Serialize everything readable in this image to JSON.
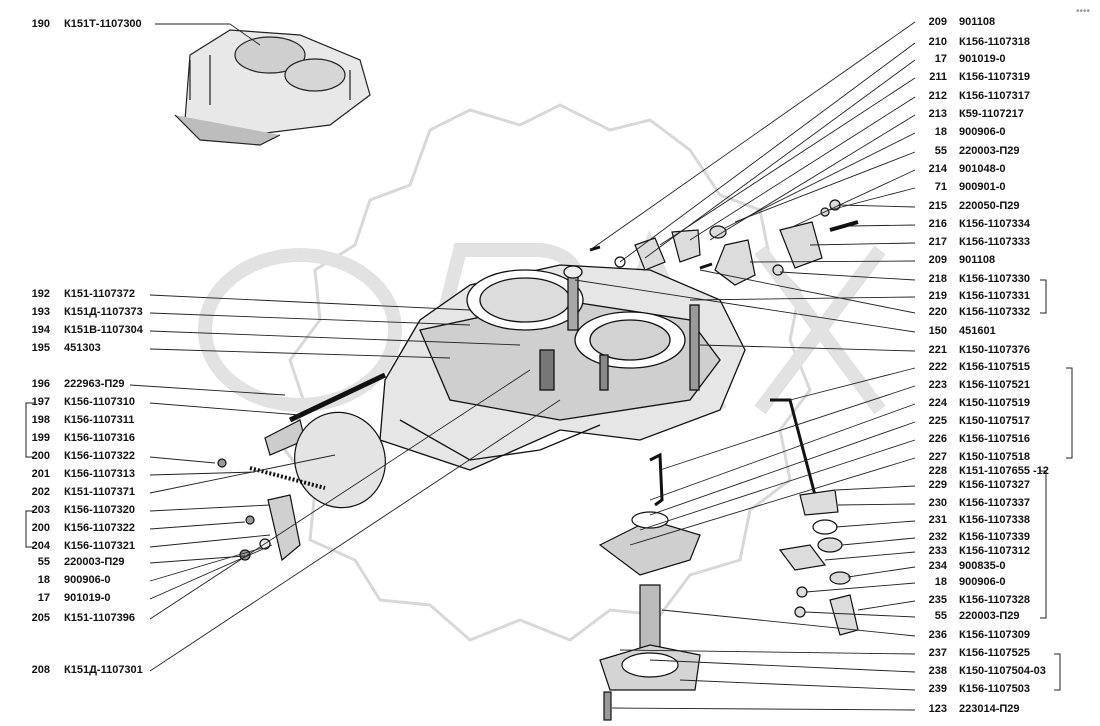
{
  "corner_mark": "••••",
  "left_labels": [
    {
      "num": "190",
      "code": "К151Т-1107300"
    },
    {
      "num": "192",
      "code": "К151-1107372"
    },
    {
      "num": "193",
      "code": "К151Д-1107373"
    },
    {
      "num": "194",
      "code": "К151В-1107304"
    },
    {
      "num": "195",
      "code": "451303"
    },
    {
      "num": "196",
      "code": "222963-П29"
    },
    {
      "num": "197",
      "code": "К156-1107310"
    },
    {
      "num": "198",
      "code": "К156-1107311"
    },
    {
      "num": "199",
      "code": "К156-1107316"
    },
    {
      "num": "200",
      "code": "К156-1107322"
    },
    {
      "num": "201",
      "code": "К156-1107313"
    },
    {
      "num": "202",
      "code": "К151-1107371"
    },
    {
      "num": "203",
      "code": "К156-1107320"
    },
    {
      "num": "200",
      "code": "К156-1107322"
    },
    {
      "num": "204",
      "code": "К156-1107321"
    },
    {
      "num": "55",
      "code": "220003-П29"
    },
    {
      "num": "18",
      "code": "900906-0"
    },
    {
      "num": "17",
      "code": "901019-0"
    },
    {
      "num": "205",
      "code": "К151-1107396"
    },
    {
      "num": "208",
      "code": "К151Д-1107301"
    }
  ],
  "right_labels": [
    {
      "num": "209",
      "code": "901108"
    },
    {
      "num": "210",
      "code": "К156-1107318"
    },
    {
      "num": "17",
      "code": "901019-0"
    },
    {
      "num": "211",
      "code": "К156-1107319"
    },
    {
      "num": "212",
      "code": "К156-1107317"
    },
    {
      "num": "213",
      "code": "К59-1107217"
    },
    {
      "num": "18",
      "code": "900906-0"
    },
    {
      "num": "55",
      "code": "220003-П29"
    },
    {
      "num": "214",
      "code": "901048-0"
    },
    {
      "num": "71",
      "code": "900901-0"
    },
    {
      "num": "215",
      "code": "220050-П29"
    },
    {
      "num": "216",
      "code": "К156-1107334"
    },
    {
      "num": "217",
      "code": "К156-1107333"
    },
    {
      "num": "209",
      "code": "901108"
    },
    {
      "num": "218",
      "code": "К156-1107330"
    },
    {
      "num": "219",
      "code": "К156-1107331"
    },
    {
      "num": "220",
      "code": "К156-1107332"
    },
    {
      "num": "150",
      "code": "451601"
    },
    {
      "num": "221",
      "code": "К150-1107376"
    },
    {
      "num": "222",
      "code": "К156-1107515"
    },
    {
      "num": "223",
      "code": "К156-1107521"
    },
    {
      "num": "224",
      "code": "К150-1107519"
    },
    {
      "num": "225",
      "code": "К150-1107517"
    },
    {
      "num": "226",
      "code": "К156-1107516"
    },
    {
      "num": "227",
      "code": "К150-1107518"
    },
    {
      "num": "228",
      "code": "К151-1107655 -12"
    },
    {
      "num": "229",
      "code": "К156-1107327"
    },
    {
      "num": "230",
      "code": "К156-1107337"
    },
    {
      "num": "231",
      "code": "К156-1107338"
    },
    {
      "num": "232",
      "code": "К156-1107339"
    },
    {
      "num": "233",
      "code": "К156-1107312"
    },
    {
      "num": "234",
      "code": "900835-0"
    },
    {
      "num": "18",
      "code": "900906-0"
    },
    {
      "num": "235",
      "code": "К156-1107328"
    },
    {
      "num": "55",
      "code": "220003-П29"
    },
    {
      "num": "236",
      "code": "К156-1107309"
    },
    {
      "num": "237",
      "code": "К156-1107525"
    },
    {
      "num": "238",
      "code": "К150-1107504-03"
    },
    {
      "num": "239",
      "code": "К156-1107503"
    },
    {
      "num": "123",
      "code": "223014-П29"
    }
  ]
}
